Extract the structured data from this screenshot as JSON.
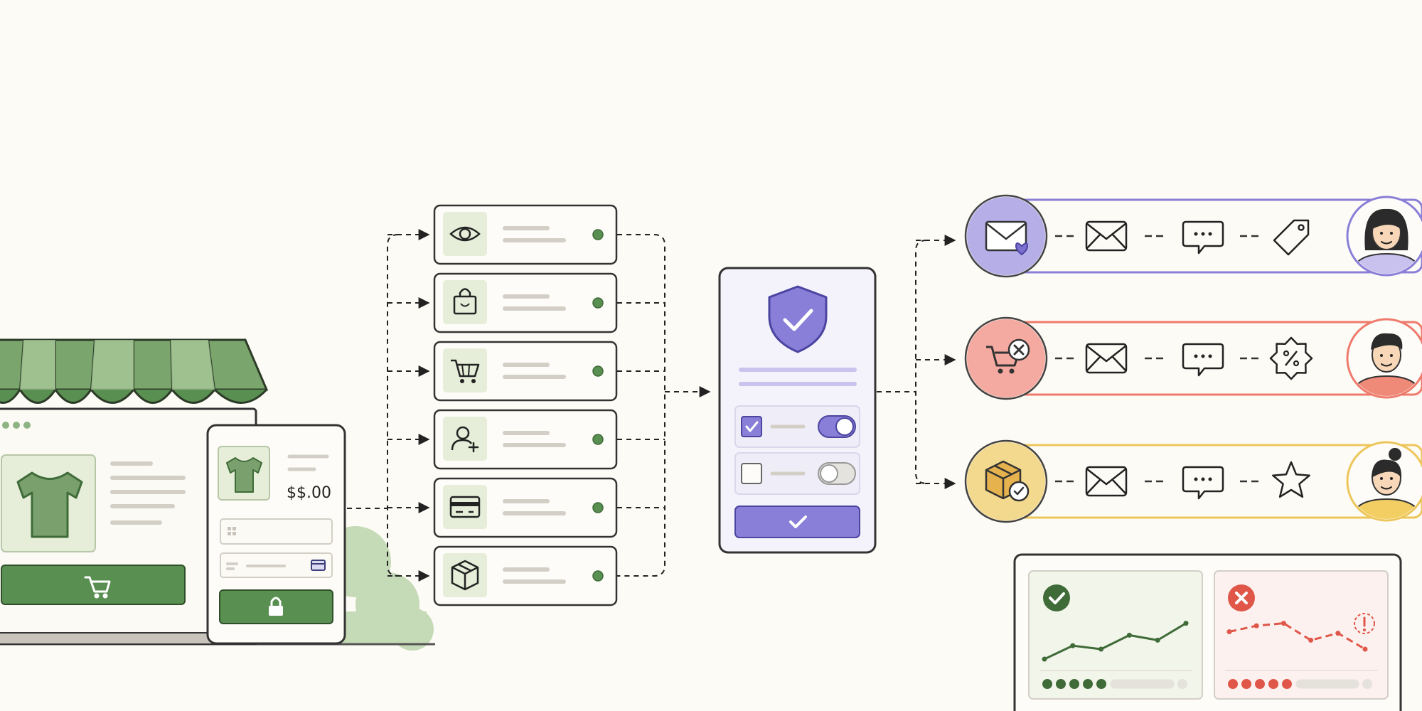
{
  "checkout": {
    "price": "$$.00"
  },
  "events": [
    {
      "icon": "eye-icon"
    },
    {
      "icon": "shopping-bag-icon"
    },
    {
      "icon": "cart-icon"
    },
    {
      "icon": "user-add-icon"
    },
    {
      "icon": "credit-card-icon"
    },
    {
      "icon": "package-icon"
    }
  ],
  "consent": {
    "icon": "shield-check-icon",
    "toggles": [
      {
        "checked": true,
        "on": true
      },
      {
        "checked": false,
        "on": false
      }
    ]
  },
  "journeys": [
    {
      "trigger_icon": "mail-heart-icon",
      "steps": [
        "mail-icon",
        "chat-icon",
        "tag-icon"
      ],
      "color": "#8a7fd8"
    },
    {
      "trigger_icon": "cart-abandon-icon",
      "steps": [
        "mail-icon",
        "chat-icon",
        "percent-badge-icon"
      ],
      "color": "#ee7a6c"
    },
    {
      "trigger_icon": "package-delivered-icon",
      "steps": [
        "mail-icon",
        "chat-icon",
        "star-icon"
      ],
      "color": "#edc65a"
    }
  ],
  "outcomes": {
    "success": {
      "values": [
        0.0,
        0.27,
        0.2,
        0.48,
        0.38,
        0.72
      ],
      "dots_filled": 5
    },
    "failure": {
      "values": [
        0.55,
        0.67,
        0.72,
        0.38,
        0.52,
        0.2
      ],
      "dots_filled": 5
    }
  },
  "colors": {
    "green": "#5a8f52",
    "purple": "#8a7fd8",
    "red": "#ee7a6c",
    "yellow": "#edc65a"
  }
}
